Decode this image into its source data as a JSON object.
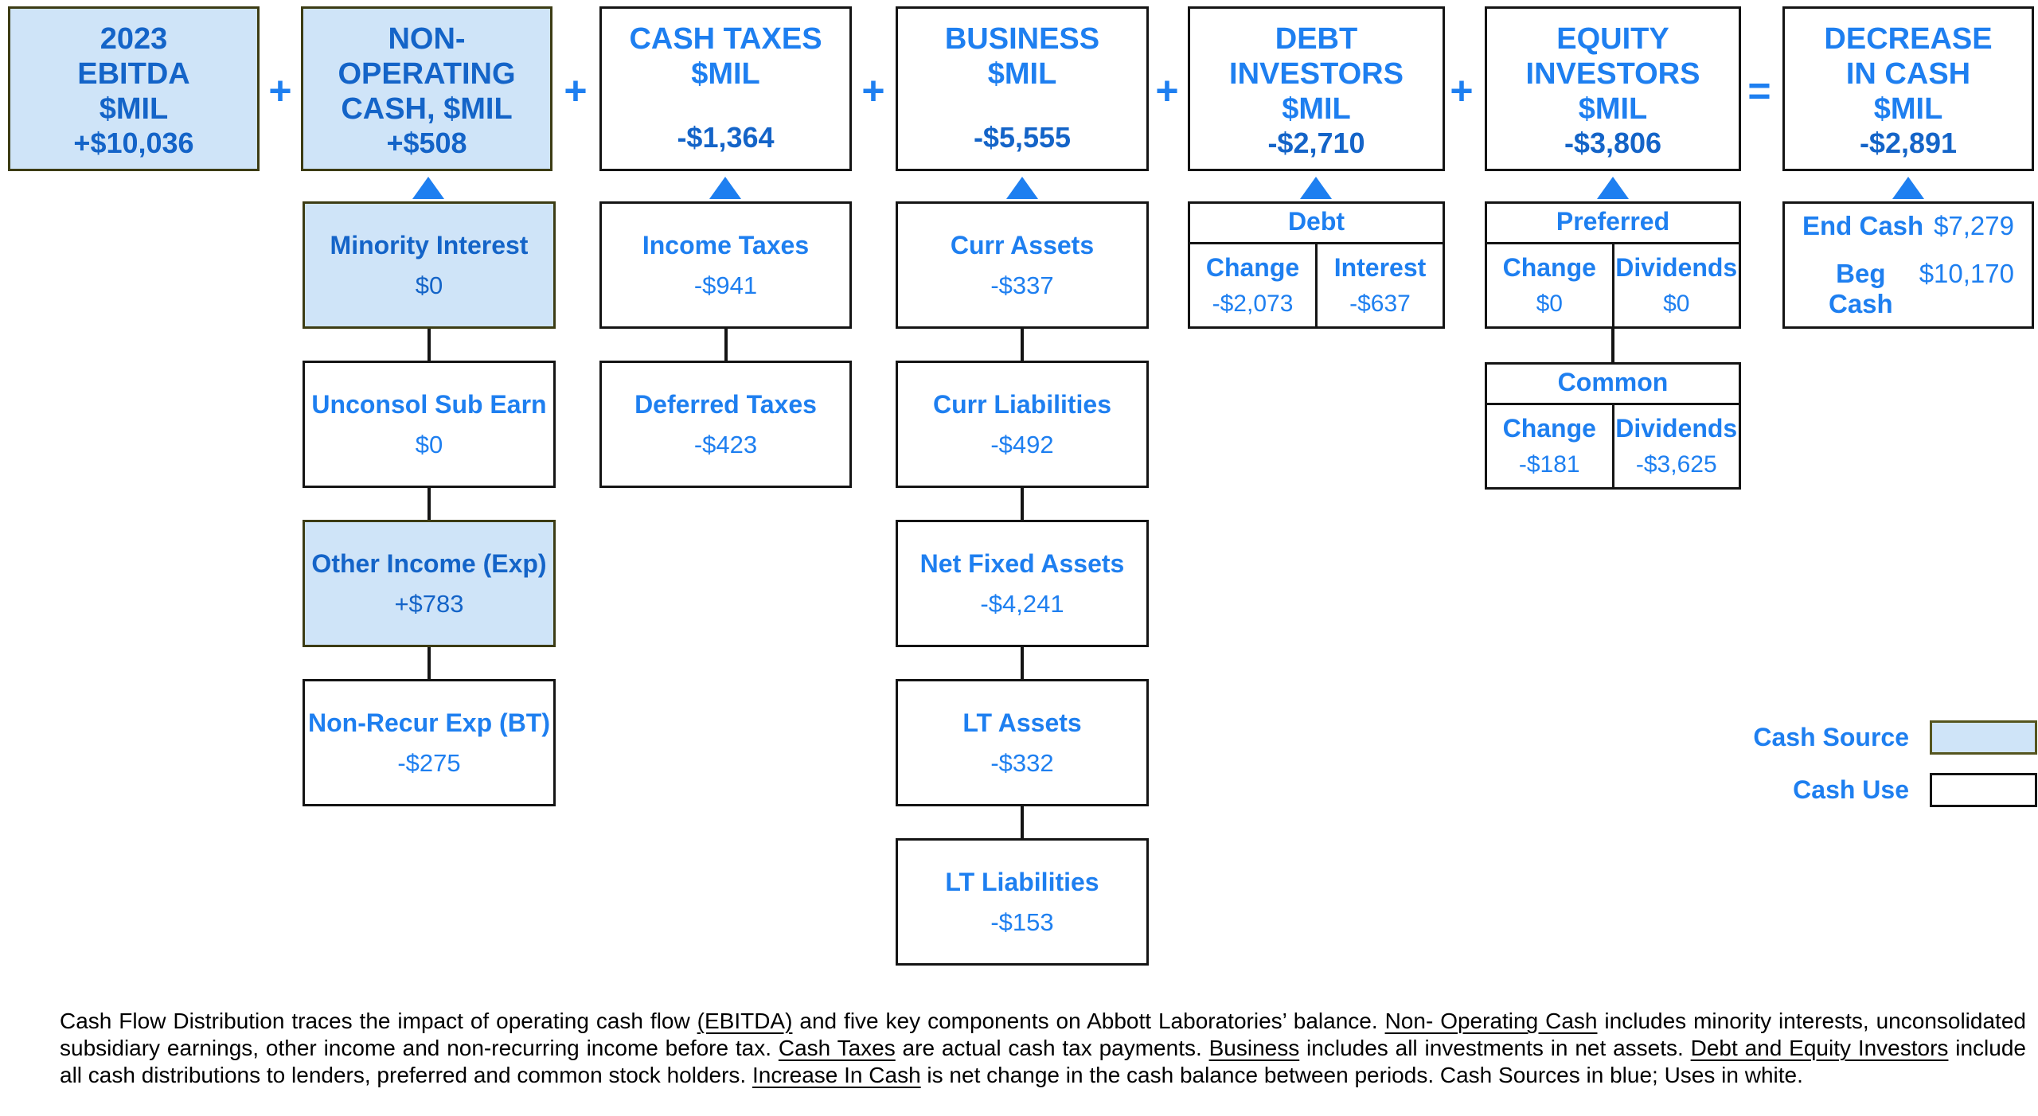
{
  "colors": {
    "source_fill": "#cfe4f8",
    "use_fill": "#ffffff",
    "dark_blue_text": "#1464c8",
    "bright_blue_text": "#1e7ff0",
    "box_border": "#141414",
    "source_border": "#55551e"
  },
  "top_row": {
    "boxes": [
      {
        "title": "2023\nEBITDA\n$MIL",
        "value": "+$10,036",
        "fill": "blue"
      },
      {
        "title": "NON-\nOPERATING\nCASH, $MIL",
        "value": "+$508",
        "fill": "blue"
      },
      {
        "title": "CASH TAXES\n$MIL",
        "value": "-$1,364",
        "fill": "white"
      },
      {
        "title": "BUSINESS\n$MIL",
        "value": "-$5,555",
        "fill": "white"
      },
      {
        "title": "DEBT\nINVESTORS\n$MIL",
        "value": "-$2,710",
        "fill": "white"
      },
      {
        "title": "EQUITY\nINVESTORS\n$MIL",
        "value": "-$3,806",
        "fill": "white"
      },
      {
        "title": "DECREASE\nIN CASH\n$MIL",
        "value": "-$2,891",
        "fill": "white"
      }
    ],
    "operators": [
      "+",
      "+",
      "+",
      "+",
      "+",
      "="
    ]
  },
  "non_operating_stack": [
    {
      "label": "Minority Interest",
      "value": "$0",
      "fill": "blue"
    },
    {
      "label": "Unconsol Sub Earn",
      "value": "$0",
      "fill": "white"
    },
    {
      "label": "Other Income (Exp)",
      "value": "+$783",
      "fill": "blue"
    },
    {
      "label": "Non-Recur Exp (BT)",
      "value": "-$275",
      "fill": "white"
    }
  ],
  "cash_taxes_stack": [
    {
      "label": "Income Taxes",
      "value": "-$941",
      "fill": "white"
    },
    {
      "label": "Deferred Taxes",
      "value": "-$423",
      "fill": "white"
    }
  ],
  "business_stack": [
    {
      "label": "Curr Assets",
      "value": "-$337",
      "fill": "white"
    },
    {
      "label": "Curr Liabilities",
      "value": "-$492",
      "fill": "white"
    },
    {
      "label": "Net Fixed Assets",
      "value": "-$4,241",
      "fill": "white"
    },
    {
      "label": "LT Assets",
      "value": "-$332",
      "fill": "white"
    },
    {
      "label": "LT Liabilities",
      "value": "-$153",
      "fill": "white"
    }
  ],
  "debt_table": {
    "header": "Debt",
    "columns": [
      {
        "label": "Change",
        "value": "-$2,073"
      },
      {
        "label": "Interest",
        "value": "-$637"
      }
    ]
  },
  "preferred_table": {
    "header": "Preferred",
    "columns": [
      {
        "label": "Change",
        "value": "$0"
      },
      {
        "label": "Dividends",
        "value": "$0"
      }
    ]
  },
  "common_table": {
    "header": "Common",
    "columns": [
      {
        "label": "Change",
        "value": "-$181"
      },
      {
        "label": "Dividends",
        "value": "-$3,625"
      }
    ]
  },
  "cash_balance_box": {
    "rows": [
      {
        "label": "End Cash",
        "value": "$7,279"
      },
      {
        "label": "Beg Cash",
        "value": "$10,170"
      }
    ]
  },
  "legend": {
    "items": [
      {
        "label": "Cash Source",
        "fill": "blue"
      },
      {
        "label": "Cash Use",
        "fill": "white"
      }
    ]
  },
  "footnote": {
    "runs": [
      {
        "text": "Cash Flow Distribution traces the impact of operating cash flow ",
        "u": false
      },
      {
        "text": "(EBITDA)",
        "u": true
      },
      {
        "text": " and five key components on Abbott Laboratories’ balance. ",
        "u": false
      },
      {
        "text": "Non- Operating Cash",
        "u": true
      },
      {
        "text": " includes minority interests, unconsolidated subsidiary earnings, other income and non-recurring income before tax. ",
        "u": false
      },
      {
        "text": "Cash Taxes",
        "u": true
      },
      {
        "text": " are actual cash tax payments. ",
        "u": false
      },
      {
        "text": "Business",
        "u": true
      },
      {
        "text": " includes all investments in net assets. ",
        "u": false
      },
      {
        "text": "Debt and Equity Investors",
        "u": true
      },
      {
        "text": " include all cash distributions to lenders, preferred and common stock holders. ",
        "u": false
      },
      {
        "text": "Increase In Cash",
        "u": true
      },
      {
        "text": " is net change in the cash balance between periods. Cash Sources in blue; Uses in white.",
        "u": false
      }
    ]
  }
}
